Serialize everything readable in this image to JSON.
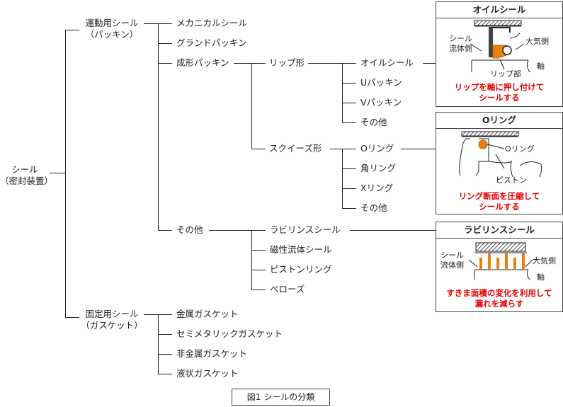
{
  "root": {
    "line1": "シール",
    "line2": "（密封装置）"
  },
  "dynamic": {
    "line1": "運動用シール",
    "line2": "（パッキン）",
    "items": [
      "メカニカルシール",
      "グランドパッキン",
      "成形パッキン",
      "その他"
    ]
  },
  "lip": {
    "label": "リップ形",
    "items": [
      "オイルシール",
      "Uパッキン",
      "Vパッキン",
      "その他"
    ]
  },
  "squeeze": {
    "label": "スクイーズ形",
    "items": [
      "Oリング",
      "角リング",
      "Xリング",
      "その他"
    ]
  },
  "other": {
    "items": [
      "ラビリンスシール",
      "磁性流体シール",
      "ピストンリング",
      "ベローズ"
    ]
  },
  "static": {
    "line1": "固定用シール",
    "line2": "（ガスケット）",
    "items": [
      "金属ガスケット",
      "セミメタリックガスケット",
      "非金属ガスケット",
      "液状ガスケット"
    ]
  },
  "panels": {
    "oil": {
      "title": "オイルシール",
      "seal1": "シール",
      "seal2": "流体側",
      "atm": "大気側",
      "lip": "リップ部",
      "shaft": "軸",
      "note1": "リップを軸に押し付けて",
      "note2": "シールする"
    },
    "oring": {
      "title": "Oリング",
      "ring": "Oリング",
      "piston": "ピストン",
      "note1": "リング断面を圧縮して",
      "note2": "シールする"
    },
    "laby": {
      "title": "ラビリンスシール",
      "seal1": "シール",
      "seal2": "流体側",
      "atm": "大気側",
      "shaft": "軸",
      "note1": "すきま面積の変化を利用して",
      "note2": "漏れを減らす"
    }
  },
  "caption": "図1 シールの分類",
  "colors": {
    "accent_orange": "#e8820c",
    "note_red": "#e00000",
    "line": "#222222"
  }
}
